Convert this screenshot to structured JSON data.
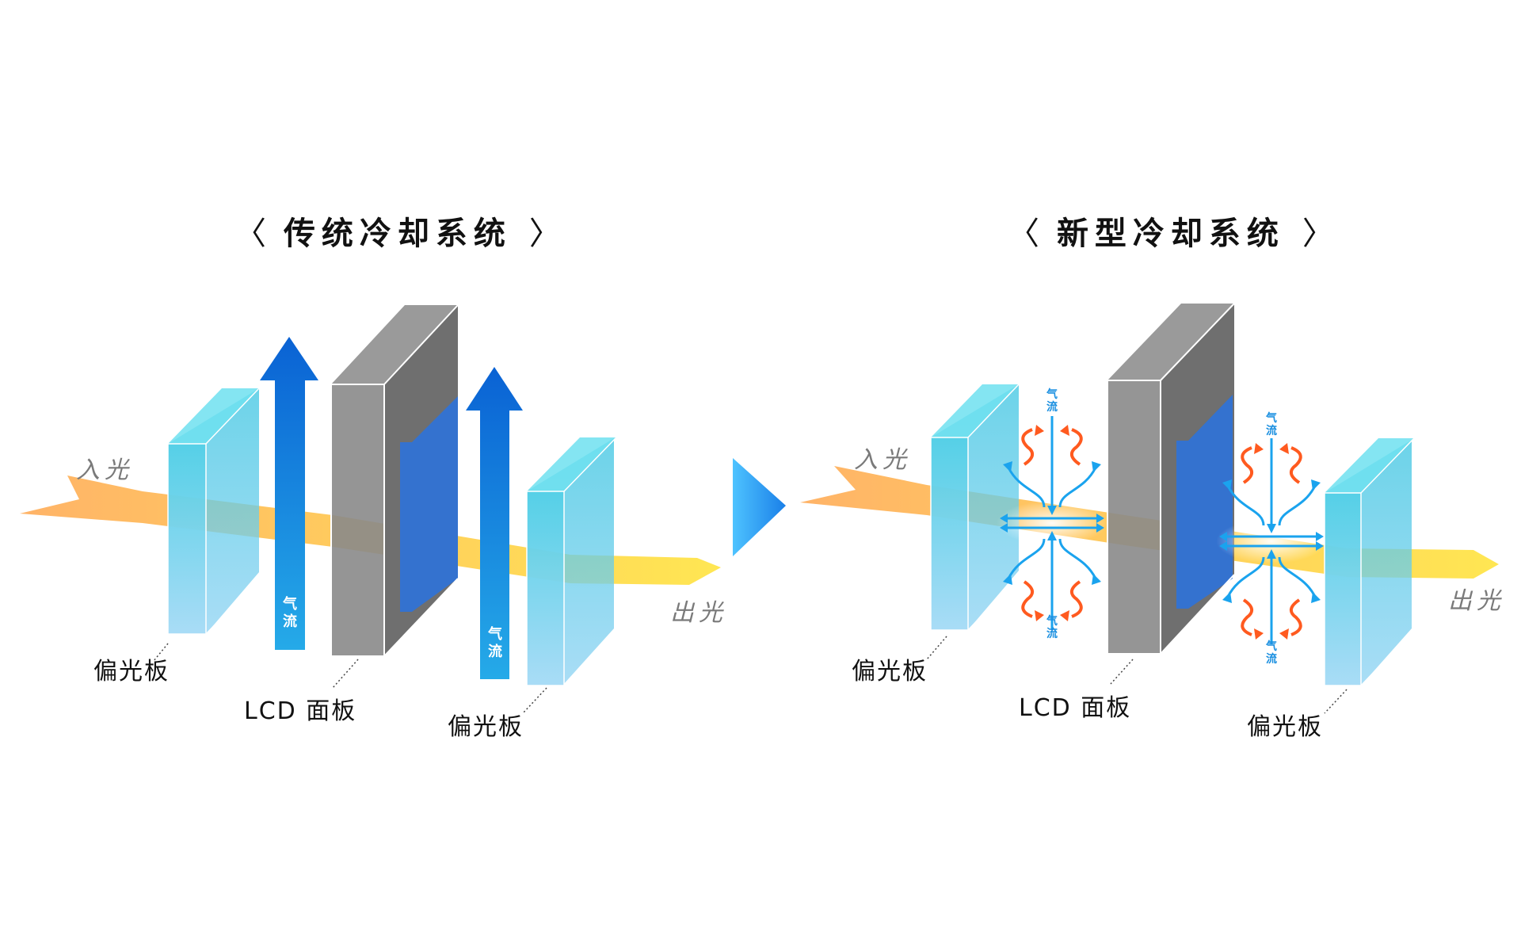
{
  "left_title": {
    "open": "〈",
    "text": "传统冷却系统",
    "close": "〉"
  },
  "right_title": {
    "open": "〈",
    "text": "新型冷却系统",
    "close": "〉"
  },
  "labels": {
    "light_in": "入光",
    "light_out": "出光",
    "polarizer": "偏光板",
    "lcd_panel": "LCD 面板",
    "airflow_1": "气",
    "airflow_2": "流"
  },
  "colors": {
    "polarizer": "#4fcfe6",
    "lcd_panel": "#8a8a8a",
    "lcd_inner": "#2d72d9",
    "airflow_arrow": "#1185e0",
    "light_beam_start": "#ffa64d",
    "light_beam_end": "#ffe234",
    "flow_lines": "#1aa3ee",
    "heat_arrows": "#ff5a1f",
    "divider_arrow": "#2196f3"
  },
  "icons": [
    "divider-play-icon"
  ]
}
